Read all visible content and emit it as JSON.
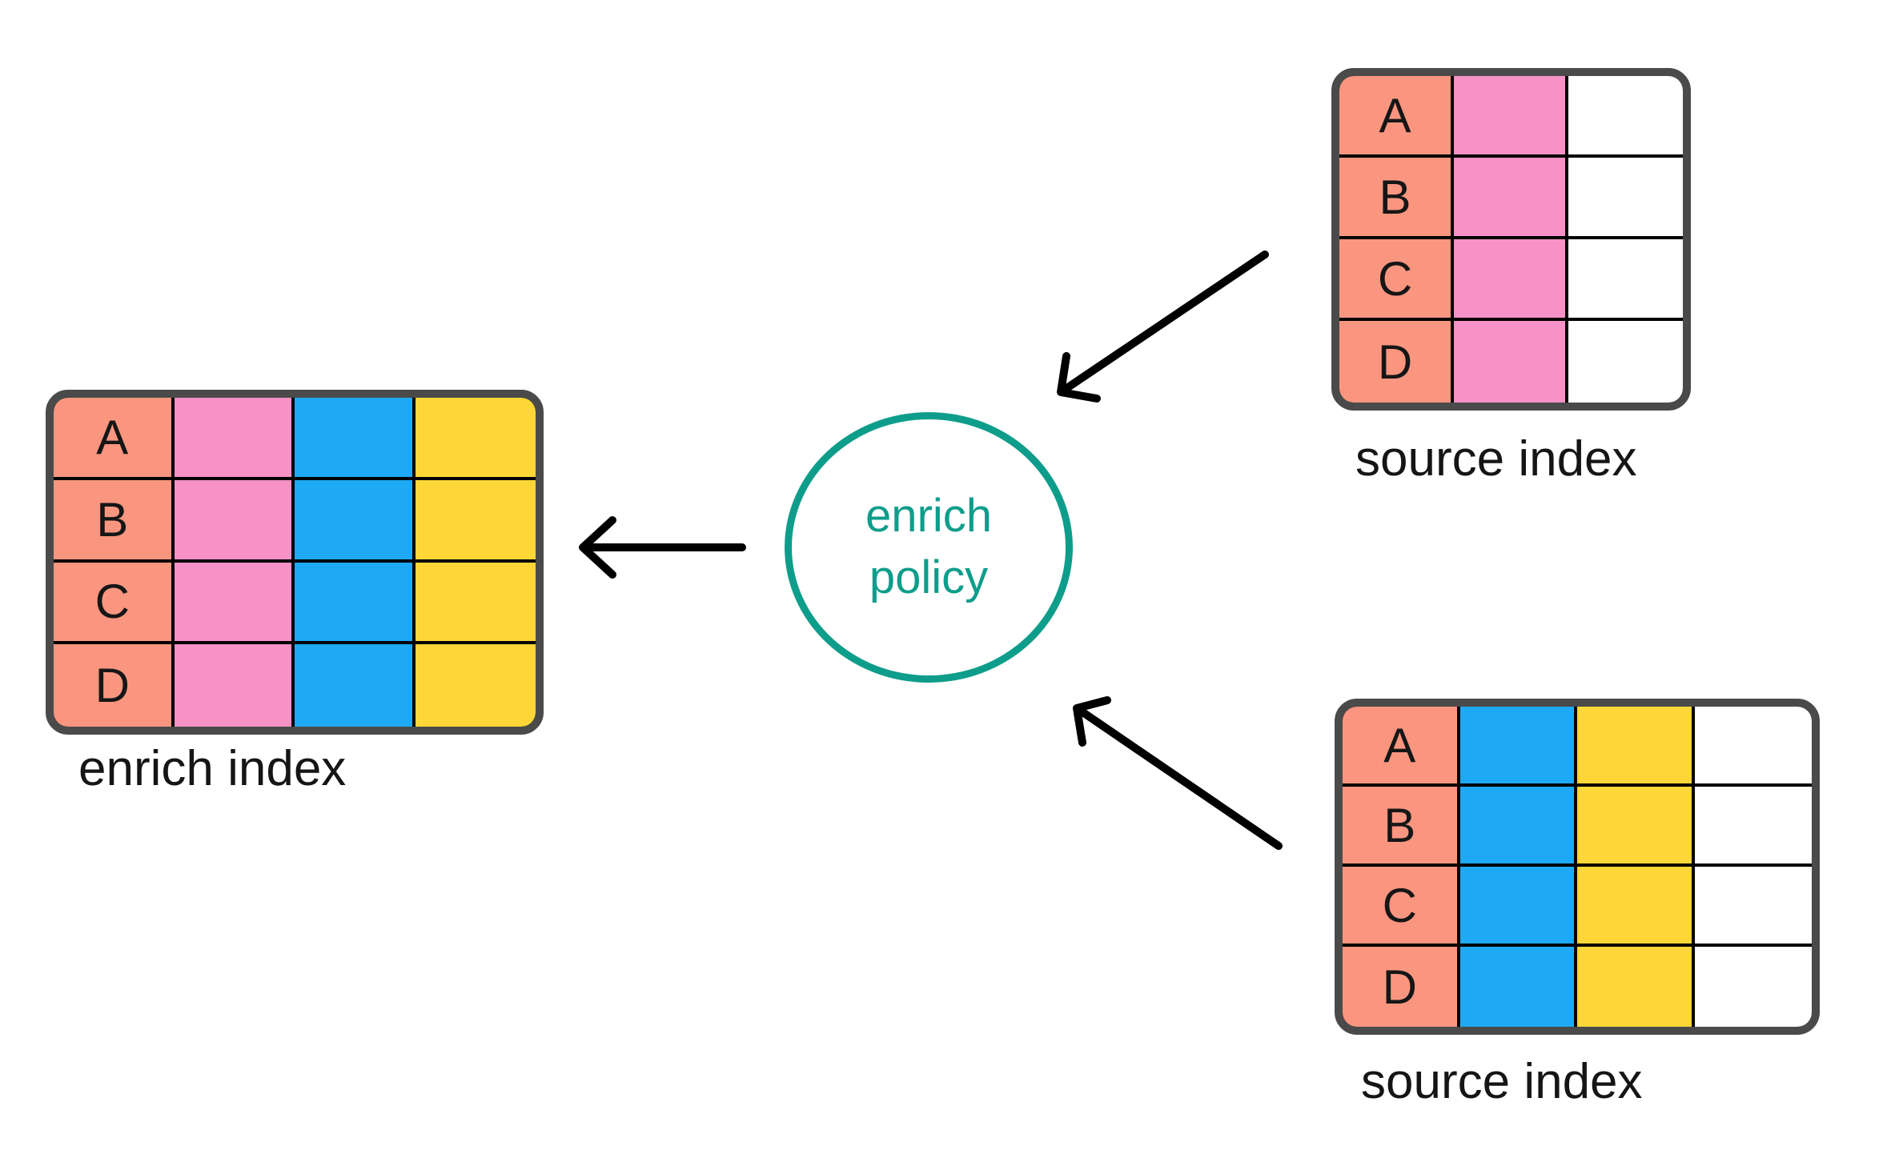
{
  "diagram": {
    "background": "#FFFFFF",
    "circle": {
      "label_line1": "enrich",
      "label_line2": "policy",
      "color": "#0E9D8B"
    },
    "tables": {
      "enrich": {
        "label": "enrich index",
        "row_keys": [
          "A",
          "B",
          "C",
          "D"
        ],
        "columns": [
          "salmon",
          "pink",
          "blue",
          "yellow"
        ]
      },
      "source_top": {
        "label": "source index",
        "row_keys": [
          "A",
          "B",
          "C",
          "D"
        ],
        "columns": [
          "salmon",
          "pink",
          "white"
        ]
      },
      "source_bottom": {
        "label": "source index",
        "row_keys": [
          "A",
          "B",
          "C",
          "D"
        ],
        "columns": [
          "salmon",
          "blue",
          "yellow",
          "white"
        ]
      }
    },
    "colors": {
      "salmon": "#FA9680",
      "pink": "#F791C6",
      "blue": "#1EA9F4",
      "yellow": "#FFD637",
      "white": "#FFFFFF",
      "table_border": "#4A4A4A",
      "grid_line": "#000000",
      "arrow": "#000000",
      "teal": "#0E9D8B",
      "label_text": "#151515"
    }
  }
}
